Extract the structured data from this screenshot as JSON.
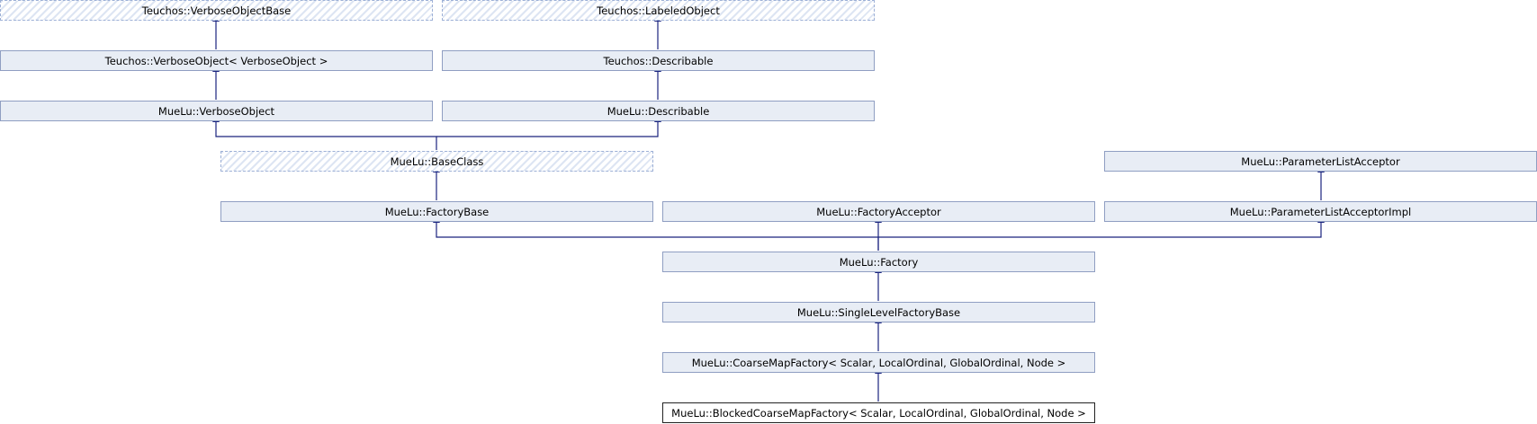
{
  "nodes": {
    "verbose_object_base": "Teuchos::VerboseObjectBase",
    "labeled_object": "Teuchos::LabeledObject",
    "teuchos_verbose_object": "Teuchos::VerboseObject< VerboseObject >",
    "teuchos_describable": "Teuchos::Describable",
    "muelu_verbose_object": "MueLu::VerboseObject",
    "muelu_describable": "MueLu::Describable",
    "base_class": "MueLu::BaseClass",
    "parameter_list_acceptor": "MueLu::ParameterListAcceptor",
    "factory_base": "MueLu::FactoryBase",
    "factory_acceptor": "MueLu::FactoryAcceptor",
    "parameter_list_acceptor_impl": "MueLu::ParameterListAcceptorImpl",
    "factory": "MueLu::Factory",
    "single_level_factory_base": "MueLu::SingleLevelFactoryBase",
    "coarse_map_factory": "MueLu::CoarseMapFactory< Scalar, LocalOrdinal, GlobalOrdinal, Node >",
    "blocked_coarse_map_factory": "MueLu::BlockedCoarseMapFactory< Scalar, LocalOrdinal, GlobalOrdinal, Node >"
  },
  "colors": {
    "edge": "#1a237e",
    "node_fill": "#e8edf5",
    "node_border": "#8f9ec2"
  }
}
